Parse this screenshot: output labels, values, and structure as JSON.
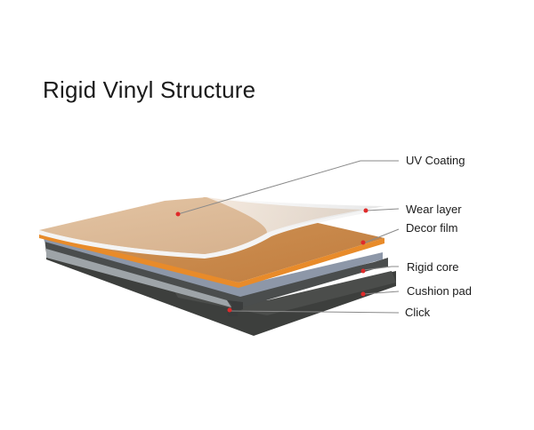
{
  "title": "Rigid Vinyl Structure",
  "layers": [
    {
      "id": "uv-coating",
      "label": "UV Coating"
    },
    {
      "id": "wear-layer",
      "label": "Wear layer"
    },
    {
      "id": "decor-film",
      "label": "Decor film"
    },
    {
      "id": "rigid-core",
      "label": "Rigid core"
    },
    {
      "id": "cushion-pad",
      "label": "Cushion pad"
    },
    {
      "id": "click",
      "label": "Click"
    }
  ],
  "colors": {
    "marker": "#e02a2a",
    "leader_line": "#8a8a8a",
    "light_wood": "#dcb896",
    "decor_wood": "#c98a4a",
    "orange_edge": "#e88b2a",
    "rigid_core": "#4a4d4d",
    "core_edge": "#8d97a8",
    "cushion": "#3d3f3d",
    "wear_film": "#f2f2f2"
  }
}
